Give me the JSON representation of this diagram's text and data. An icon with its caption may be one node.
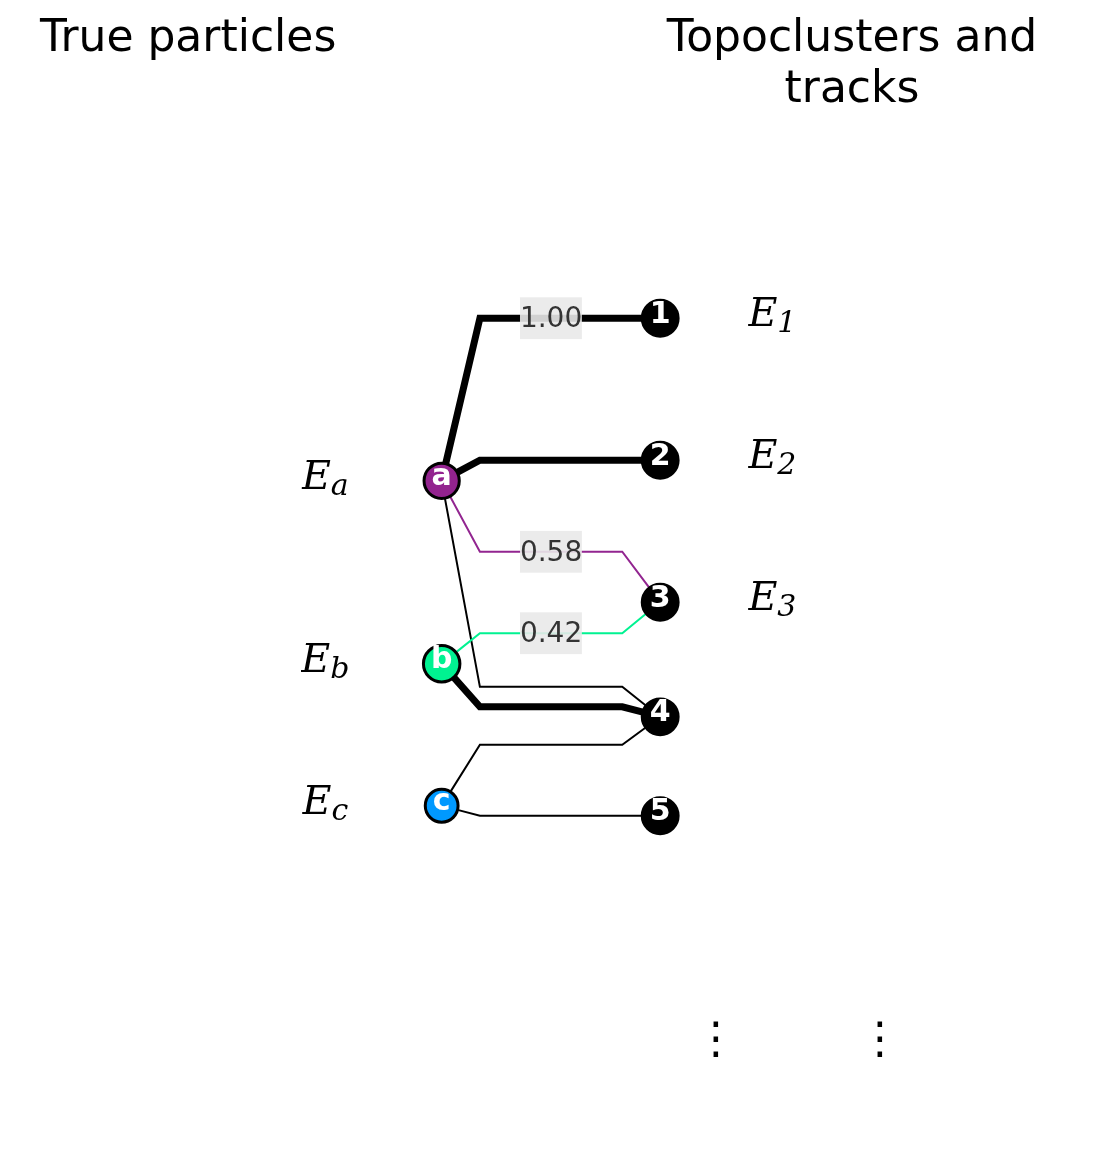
{
  "diagram": {
    "nodes": [
      {
        "text": [
          "a"
        ],
        "beside": [
          "E$_{a}$"
        ]
      },
      {
        "text": [
          "b"
        ],
        "beside": [
          "E$_{b}$"
        ]
      },
      {
        "text": [
          "c"
        ],
        "beside": [
          "E$_{c}$"
        ]
      },
      {
        "text": [
          "1"
        ],
        "beside": [
          "E$_{1}$"
        ]
      },
      {
        "text": [
          "2"
        ],
        "beside": [
          "E$_{2}$"
        ]
      },
      {
        "text": [
          "3"
        ],
        "beside": [
          "E$_{3}$"
        ]
      },
      {
        "text": [
          "4"
        ]
      },
      {
        "text": [
          "5"
        ]
      }
    ],
    "edges": [
      {
        "from": 0,
        "to": 3,
        "arrow": "none",
        "label": "1.00",
        "style": "thick"
      },
      {
        "from": 0,
        "to": 4,
        "arrow": "none",
        "style": "thick"
      },
      {
        "from": 0,
        "to": 5,
        "arrow": "none",
        "label": "0.58",
        "color": "#922590"
      },
      {
        "from": 0,
        "to": 6,
        "arrow": "none"
      },
      {
        "from": 1,
        "to": 5,
        "arrow": "none",
        "label": "0.42",
        "color": "#00f291"
      },
      {
        "from": 1,
        "to": 6,
        "arrow": "none",
        "style": "thick"
      },
      {
        "from": 2,
        "to": 6,
        "arrow": "none"
      },
      {
        "from": 2,
        "to": 7,
        "arrow": "none"
      }
    ],
    "labels": [
      "True particles",
      "Topoclusters and tracks",
      "⋮",
      "⋮"
    ]
  }
}
